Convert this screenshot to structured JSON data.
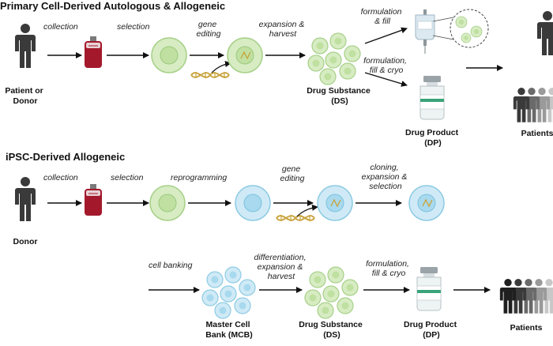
{
  "sections": {
    "primary_title": "Primary Cell-Derived Autologous & Allogeneic",
    "ipsc_title": "iPSC-Derived Allogeneic"
  },
  "row1": {
    "patient_label": [
      "Patient or",
      "Donor"
    ],
    "collection": "collection",
    "selection": "selection",
    "gene_editing": [
      "gene",
      "editing"
    ],
    "expansion_harvest": [
      "expansion &",
      "harvest"
    ],
    "formulation_fill": [
      "formulation",
      "& fill"
    ],
    "formulation_fill_cryo": [
      "formulation,",
      "fill & cryo"
    ],
    "drug_substance": [
      "Drug Substance",
      "(DS)"
    ],
    "drug_product": [
      "Drug Product",
      "(DP)"
    ],
    "patients": "Patients"
  },
  "row2": {
    "donor_label": "Donor",
    "collection": "collection",
    "selection": "selection",
    "reprogramming": "reprogramming",
    "gene_editing": [
      "gene",
      "editing"
    ],
    "cloning": [
      "cloning,",
      "expansion &",
      "selection"
    ]
  },
  "row3": {
    "cell_banking": "cell banking",
    "differentiation": [
      "differentiation,",
      "expansion &",
      "harvest"
    ],
    "formulation_fill_cryo": [
      "formulation,",
      "fill & cryo"
    ],
    "master_cell_bank": [
      "Master Cell",
      "Bank (MCB)"
    ],
    "drug_substance": [
      "Drug Substance",
      "(DS)"
    ],
    "drug_product": [
      "Drug Product",
      "(DP)"
    ],
    "patients": "Patients"
  },
  "colors": {
    "green_cell": "#cfe8b8",
    "green_cell_stroke": "#9cc97e",
    "blue_cell": "#bfe3f2",
    "blue_cell_stroke": "#7cc3df",
    "blood_bag": "#a3192b",
    "person_dark": "#3a3a3a",
    "arrow": "#111111",
    "dna": "#c9a33a"
  }
}
